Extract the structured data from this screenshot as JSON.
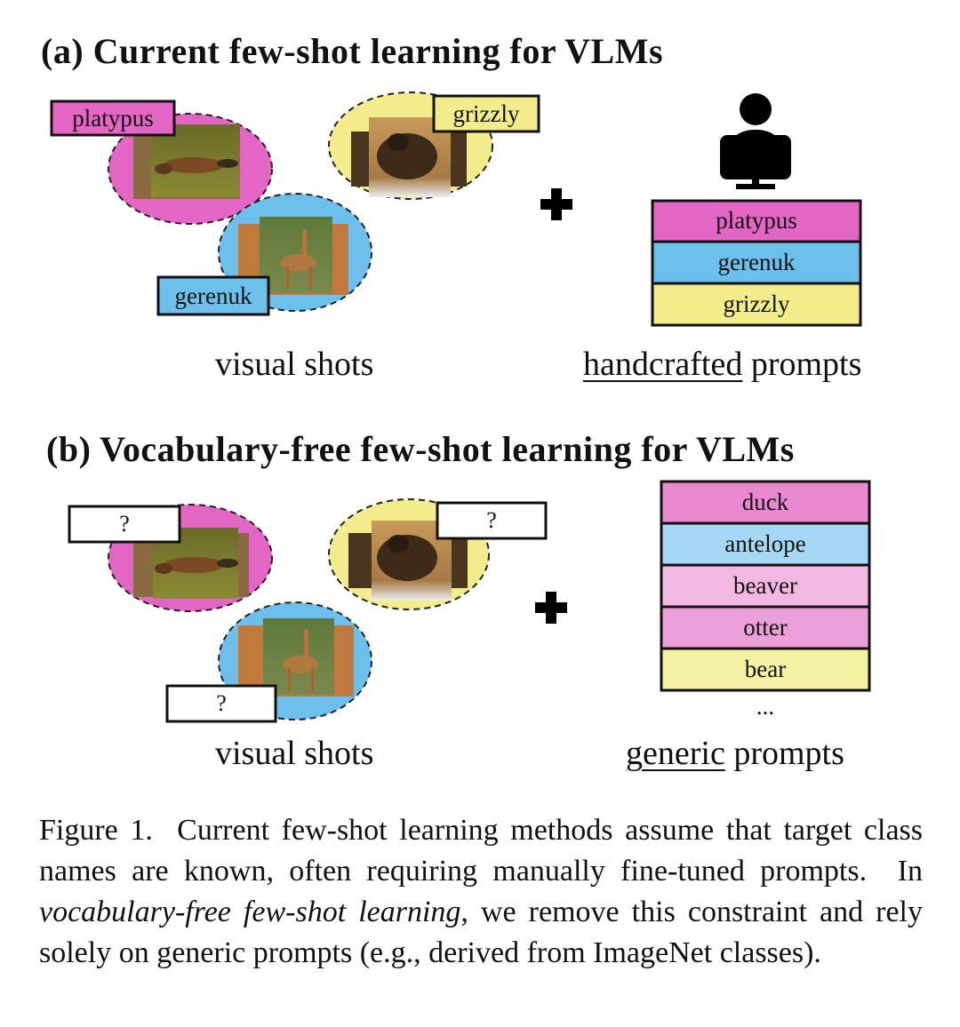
{
  "panel_a": {
    "title": "(a) Current few-shot learning for VLMs",
    "shot_labels": {
      "platypus": "platypus",
      "grizzly": "grizzly",
      "gerenuk": "gerenuk"
    },
    "prompts": [
      {
        "label": "platypus",
        "color": "#e466c4"
      },
      {
        "label": "gerenuk",
        "color": "#6ec0ec"
      },
      {
        "label": "grizzly",
        "color": "#f2ec8c"
      }
    ],
    "left_caption": "visual shots",
    "right_caption_underlined": "handcrafted",
    "right_caption_rest": " prompts"
  },
  "panel_b": {
    "title": "(b) Vocabulary-free few-shot learning for VLMs",
    "unknown_label": "?",
    "prompts": [
      {
        "label": "duck",
        "color": "#ea88d2"
      },
      {
        "label": "antelope",
        "color": "#a6d8f4"
      },
      {
        "label": "beaver",
        "color": "#f2b8e2"
      },
      {
        "label": "otter",
        "color": "#eca0da"
      },
      {
        "label": "bear",
        "color": "#f4f0a4"
      }
    ],
    "ellipsis": "...",
    "left_caption": "visual shots",
    "right_caption_underlined": "generic",
    "right_caption_rest": " prompts"
  },
  "colors": {
    "pink": "#e466c4",
    "blue": "#6ec0ec",
    "yellow": "#f2ec8c"
  },
  "caption": {
    "lead": "Figure 1.  Current few-shot learning methods assume that target class names are known, often requiring manually fine-tuned prompts.  In ",
    "italic": "vocabulary-free few-shot learning",
    "tail": ", we remove this constraint and rely solely on generic prompts (e.g., derived from ImageNet classes)."
  }
}
